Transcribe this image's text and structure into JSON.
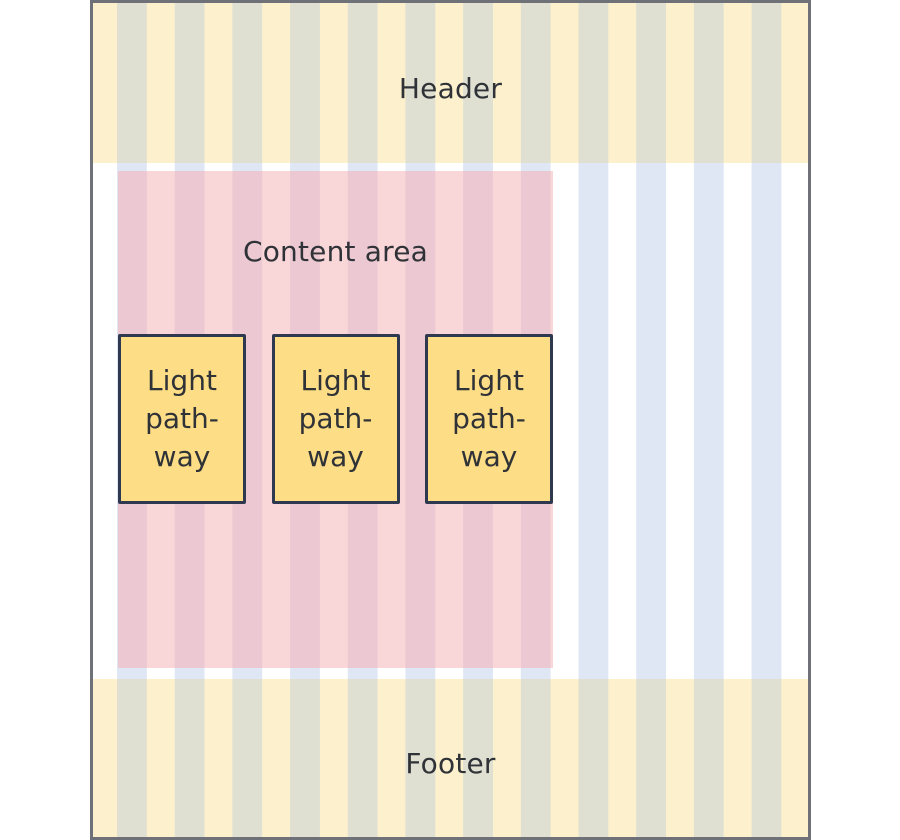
{
  "regions": {
    "header": {
      "label": "Header"
    },
    "content": {
      "label": "Content area",
      "cards": [
        {
          "label": "Light\npath-\nway"
        },
        {
          "label": "Light\npath-\nway"
        },
        {
          "label": "Light\npath-\nway"
        }
      ]
    },
    "footer": {
      "label": "Footer"
    }
  },
  "colors": {
    "viewport_border": "#6e7278",
    "grid_column_blue": "#dfe7f5",
    "header_footer_yellow": "#fdf1cd",
    "header_footer_column_olive": "#dfe0d2",
    "content_pink": "#f9d6d8",
    "content_column_pink": "#ecc9d2",
    "card_background": "#fddd85",
    "card_border": "#2e3950",
    "text": "#2f3237"
  }
}
